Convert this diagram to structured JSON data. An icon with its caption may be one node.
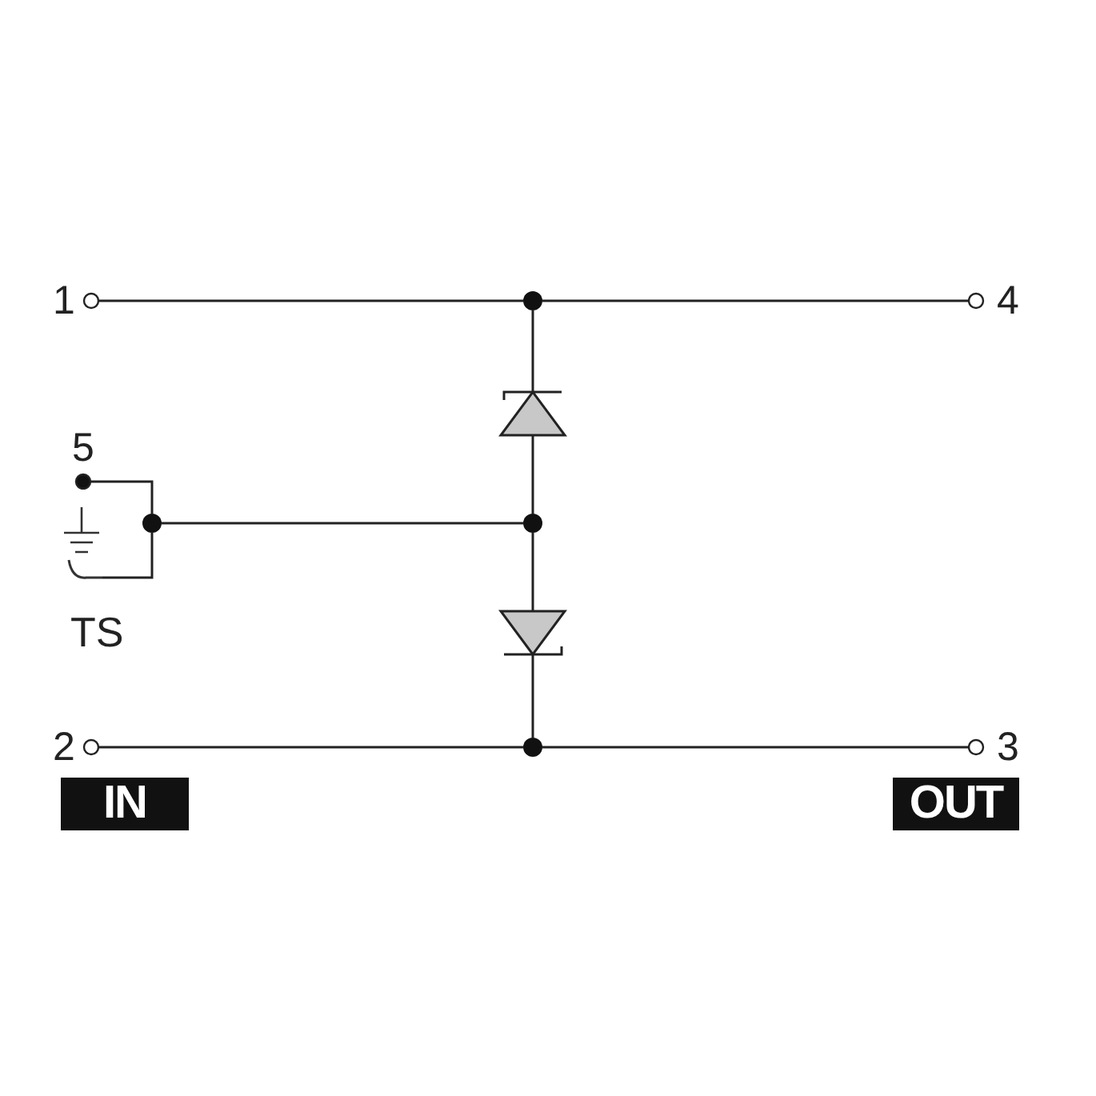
{
  "diagram": {
    "nodes": [
      {
        "text": [
          "1"
        ]
      },
      {
        "text": [],
        "shape": "dot"
      },
      {
        "text": [
          "4"
        ]
      },
      {
        "text": [],
        "shape": "diode"
      },
      {
        "text": [
          "5"
        ]
      },
      {
        "text": [],
        "shape": "dot"
      },
      {
        "text": [],
        "shape": "dot"
      },
      {
        "text": [],
        "shape": "ground",
        "beside": [
          "TS"
        ]
      },
      {
        "text": [],
        "shape": "diode"
      },
      {
        "text": [
          "2"
        ]
      },
      {
        "text": [],
        "shape": "dot"
      },
      {
        "text": [
          "3"
        ]
      }
    ],
    "edges": [
      {
        "from": 0,
        "to": 1,
        "arrow": "none"
      },
      {
        "from": 1,
        "to": 2,
        "arrow": "none"
      },
      {
        "from": 1,
        "to": 3,
        "arrow": "none"
      },
      {
        "from": 3,
        "to": 6,
        "arrow": "none"
      },
      {
        "from": 4,
        "to": 5,
        "arrow": "none"
      },
      {
        "from": 5,
        "to": 6,
        "arrow": "none"
      },
      {
        "from": 5,
        "to": 7,
        "arrow": "none"
      },
      {
        "from": 6,
        "to": 8,
        "arrow": "none"
      },
      {
        "from": 8,
        "to": 10,
        "arrow": "none"
      },
      {
        "from": 9,
        "to": 10,
        "arrow": "none"
      },
      {
        "from": 10,
        "to": 11,
        "arrow": "none"
      }
    ],
    "labels": [
      "IN",
      "OUT"
    ]
  }
}
